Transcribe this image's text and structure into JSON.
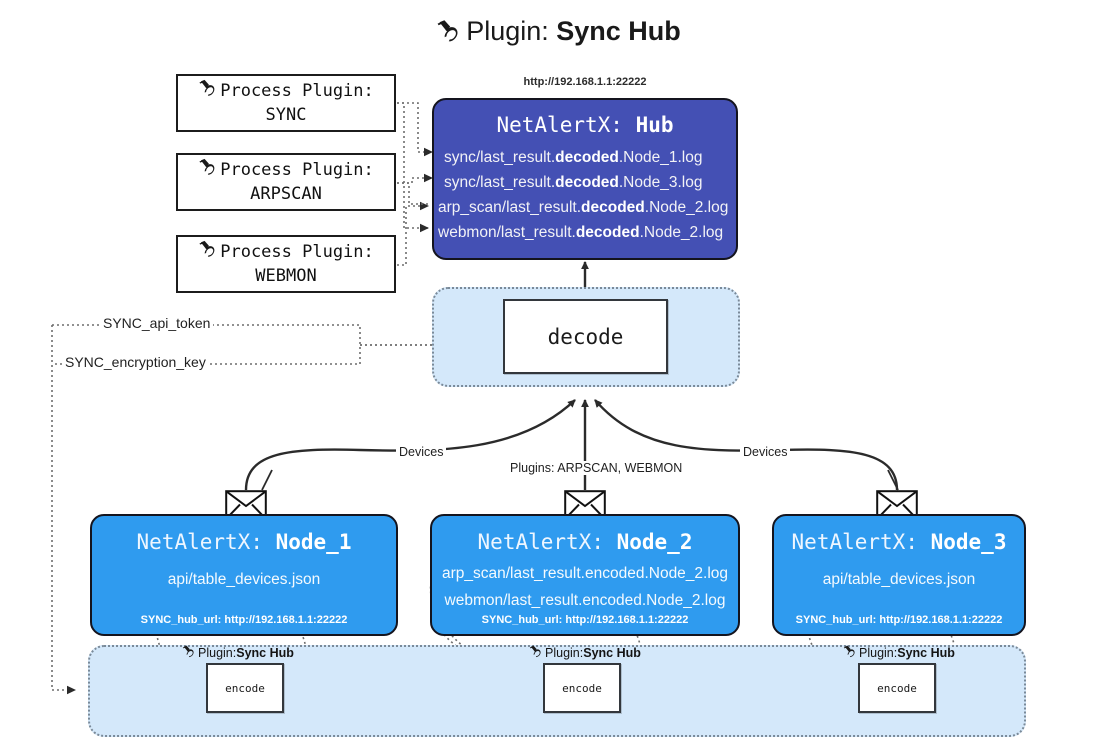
{
  "title": {
    "icon": "plug-icon",
    "prefix": "Plugin: ",
    "name": "Sync Hub"
  },
  "process_plugins": [
    {
      "icon": "plug-icon",
      "label": "Process Plugin:",
      "name": "SYNC"
    },
    {
      "icon": "plug-icon",
      "label": "Process Plugin:",
      "name": "ARPSCAN"
    },
    {
      "icon": "plug-icon",
      "label": "Process Plugin:",
      "name": "WEBMON"
    }
  ],
  "hub": {
    "endpoint_url": "http://192.168.1.1:22222",
    "app": "NetAlertX: ",
    "name": "Hub",
    "logs": [
      {
        "pre": "sync/last_result.",
        "em": "decoded",
        "post": ".Node_1.log"
      },
      {
        "pre": "sync/last_result.",
        "em": "decoded",
        "post": ".Node_3.log"
      },
      {
        "pre": "arp_scan/last_result.",
        "em": "decoded",
        "post": ".Node_2.log"
      },
      {
        "pre": "webmon/last_result.",
        "em": "decoded",
        "post": ".Node_2.log"
      }
    ]
  },
  "decode": {
    "label": "decode"
  },
  "params": [
    {
      "label": "SYNC_api_token"
    },
    {
      "label": "SYNC_encryption_key"
    }
  ],
  "edge_labels": {
    "devices_left": "Devices",
    "devices_right": "Devices",
    "plugins_center": "Plugins: ARPSCAN, WEBMON"
  },
  "nodes": [
    {
      "app": "NetAlertX: ",
      "name": "Node_1",
      "lines": [
        "api/table_devices.json"
      ],
      "hub_url_key": "SYNC_hub_url: ",
      "hub_url_value": "http://192.168.1.1:22222",
      "icon": "envelope-icon"
    },
    {
      "app": "NetAlertX: ",
      "name": "Node_2",
      "lines": [
        "arp_scan/last_result.encoded.Node_2.log",
        "webmon/last_result.encoded.Node_2.log"
      ],
      "hub_url_key": "SYNC_hub_url: ",
      "hub_url_value": "http://192.168.1.1:22222",
      "icon": "envelope-icon"
    },
    {
      "app": "NetAlertX: ",
      "name": "Node_3",
      "lines": [
        "api/table_devices.json"
      ],
      "hub_url_key": "SYNC_hub_url: ",
      "hub_url_value": "http://192.168.1.1:22222",
      "icon": "envelope-icon"
    }
  ],
  "encoders": [
    {
      "caption_prefix": "Plugin: ",
      "caption_name": "Sync Hub",
      "label": "encode",
      "icon": "plug-icon"
    },
    {
      "caption_prefix": "Plugin: ",
      "caption_name": "Sync Hub",
      "label": "encode",
      "icon": "plug-icon"
    },
    {
      "caption_prefix": "Plugin: ",
      "caption_name": "Sync Hub",
      "label": "encode",
      "icon": "plug-icon"
    }
  ],
  "colors": {
    "hub": "#4450b4",
    "node": "#2f9bef",
    "group": "#d4e8fa",
    "stroke": "#14141e",
    "dotted": "#7a8a99"
  }
}
